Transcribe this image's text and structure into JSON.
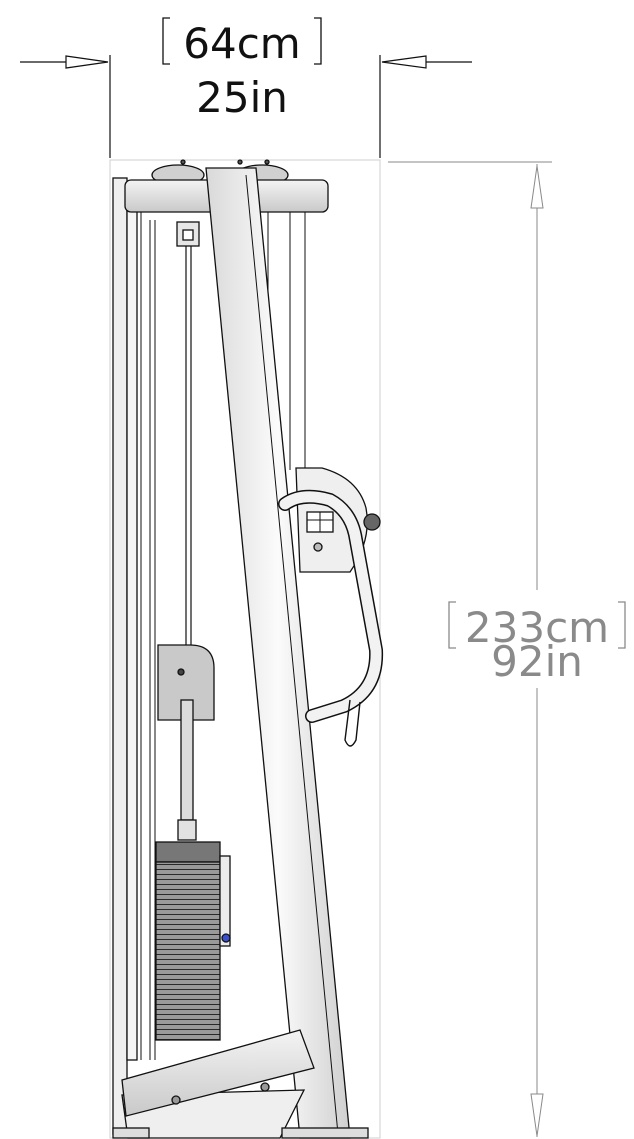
{
  "width_dimension": {
    "metric": "64cm",
    "imperial": "25in"
  },
  "height_dimension": {
    "metric": "233cm",
    "imperial": "92in"
  },
  "colors": {
    "line": "#111111",
    "dimension_grey": "#8a8a8a",
    "frame_fill": "#e9e9e9",
    "weight_stack": "#8c8c8c",
    "pin_blue": "#3a4fd0"
  }
}
